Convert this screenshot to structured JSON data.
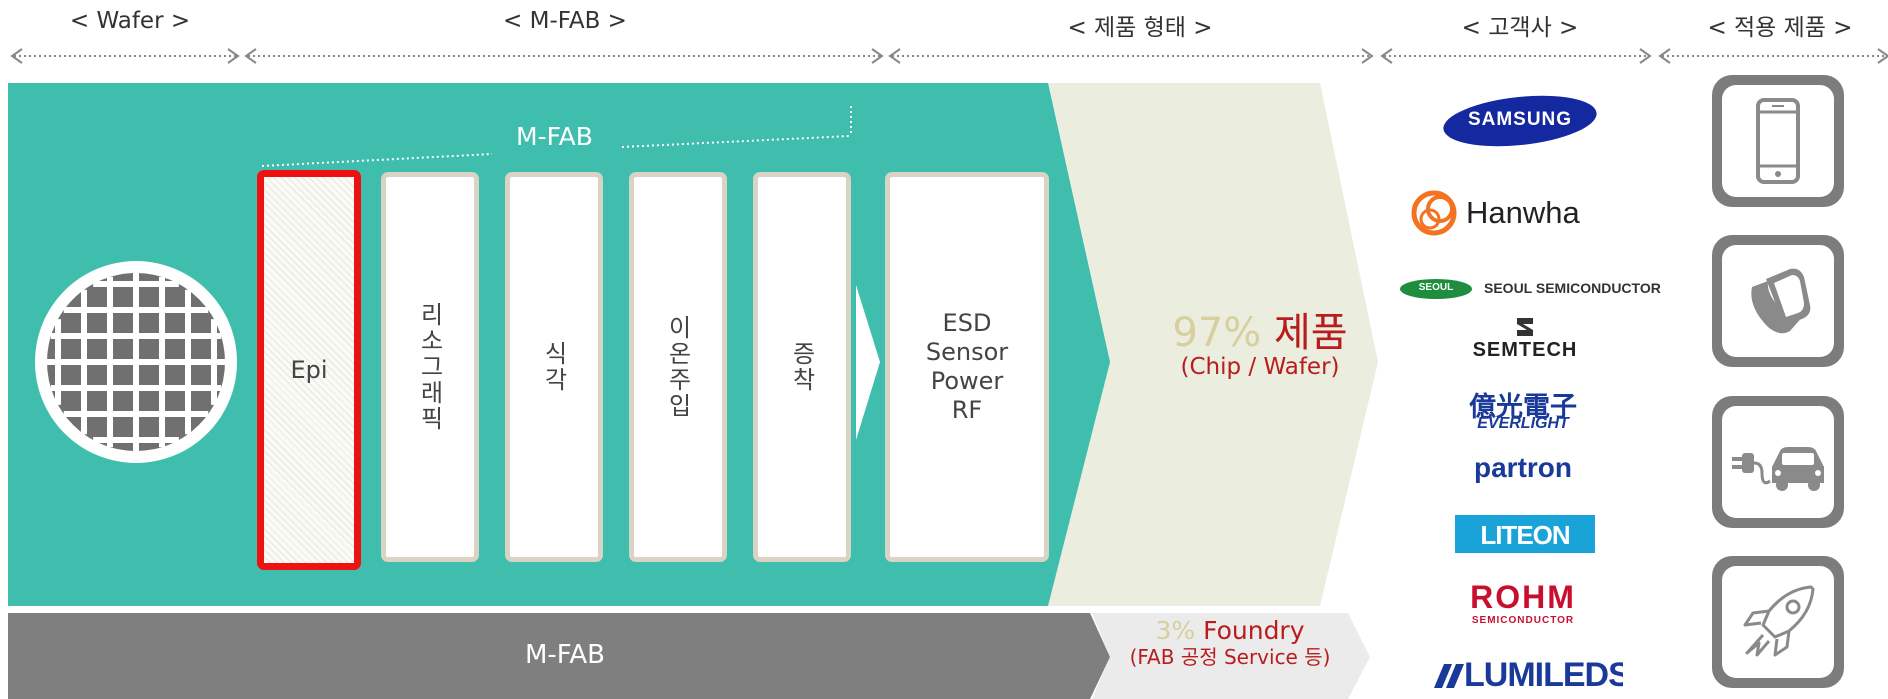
{
  "headers": [
    "< Wafer >",
    "< M-FAB >",
    "< 제품 형태 >",
    "< 고객사 >",
    "< 적용 제품 >"
  ],
  "process": {
    "group_label": "M-FAB",
    "steps": [
      {
        "label": "Epi",
        "highlighted": true
      },
      {
        "label": "리소그래픽"
      },
      {
        "label": "식각"
      },
      {
        "label": "이온주입"
      },
      {
        "label": "증착"
      }
    ],
    "devices": [
      "ESD",
      "Sensor",
      "Power",
      "RF"
    ]
  },
  "product": {
    "pct_value": "97%",
    "pct_label": "제품",
    "pct_sub": "(Chip / Wafer)",
    "foundry_value": "3%",
    "foundry_label": "Foundry",
    "foundry_sub": "(FAB 공정 Service 등)"
  },
  "bottom_bar_label": "M-FAB",
  "customers": [
    "SAMSUNG",
    "Hanwha",
    "SEOUL SEMICONDUCTOR",
    "SEMTECH",
    "億光電子",
    "EVERLIGHT",
    "partron",
    "LITEON",
    "ROHM",
    "SEMICONDUCTOR",
    "LUMILEDS"
  ],
  "customer_logo_text": {
    "seoul_badge": "SEOUL",
    "rohm_sub": "SEMICONDUCTOR"
  },
  "applications": [
    {
      "icon": "smartphone-icon"
    },
    {
      "icon": "smartwatch-icon"
    },
    {
      "icon": "electric-car-icon"
    },
    {
      "icon": "rocket-icon"
    }
  ],
  "colors": {
    "teal": "#3fbdad",
    "beige": "#ebeddf",
    "gray_bar": "#7f7f7f",
    "highlight_red": "#ee1111",
    "accent_red": "#b91c1c",
    "pct_gold": "#d8cf9e"
  }
}
